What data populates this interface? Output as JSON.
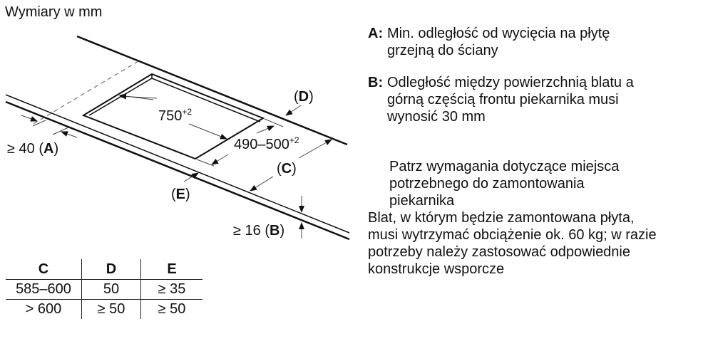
{
  "title": "Wymiary w mm",
  "diagram": {
    "labels": {
      "cutout_length": {
        "value": "750",
        "tolerance": "+2"
      },
      "cutout_width": {
        "value": "490–500",
        "tolerance": "+2"
      },
      "A": {
        "prefix": "≥ 40 (",
        "letter": "A",
        "suffix": ")"
      },
      "B": {
        "prefix": "≥ 16 (",
        "letter": "B",
        "suffix": ")"
      },
      "C": {
        "prefix": "(",
        "letter": "C",
        "suffix": ")"
      },
      "D": {
        "prefix": "(",
        "letter": "D",
        "suffix": ")"
      },
      "E": {
        "prefix": "(",
        "letter": "E",
        "suffix": ")"
      }
    }
  },
  "notes": {
    "A": {
      "key": "A:",
      "line1": "Min. odległość od wycięcia na płytę",
      "line2": "grzejną do ściany"
    },
    "B": {
      "key": "B:",
      "line1": "Odległość między powierzchnią blatu a",
      "line2": "górną częścią frontu piekarnika musi",
      "line3": "wynosić 30 mm"
    },
    "oven": {
      "line1": "Patrz wymagania dotyczące miejsca",
      "line2": "potrzebnego do zamontowania",
      "line3": "piekarnika"
    },
    "worktop": {
      "line1": "Blat, w którym będzie zamontowana płyta,",
      "line2": "musi wytrzymać obciążenie ok. 60 kg; w razie",
      "line3": "potrzeby należy zastosować odpowiednie",
      "line4": "konstrukcje wsporcze"
    }
  },
  "table": {
    "headers": [
      "C",
      "D",
      "E"
    ],
    "rows": [
      [
        "585–600",
        "50",
        "≥ 35"
      ],
      [
        "> 600",
        "≥ 50",
        "≥ 50"
      ]
    ]
  }
}
